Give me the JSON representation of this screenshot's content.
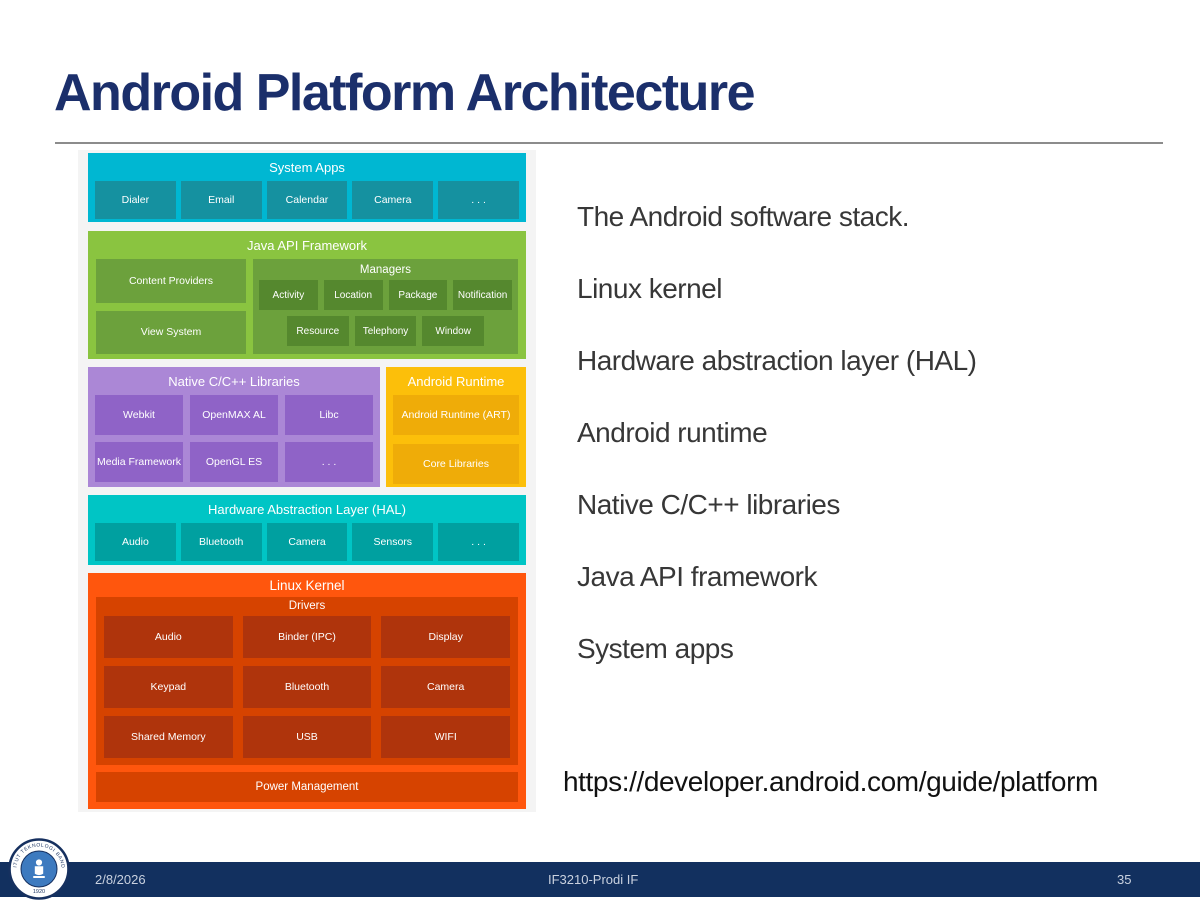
{
  "slide": {
    "title": "Android Platform Architecture",
    "caption": "The Android software stack.",
    "bullets": [
      "Linux kernel",
      "Hardware abstraction layer (HAL)",
      "Android runtime",
      "Native C/C++ libraries",
      "Java API framework",
      "System apps"
    ],
    "link": "https://developer.android.com/guide/platform"
  },
  "diagram": {
    "system_apps": {
      "title": "System Apps",
      "items": [
        "Dialer",
        "Email",
        "Calendar",
        "Camera",
        ". . ."
      ]
    },
    "java_api": {
      "title": "Java API Framework",
      "content_providers": "Content Providers",
      "view_system": "View System",
      "managers": {
        "title": "Managers",
        "row1": [
          "Activity",
          "Location",
          "Package",
          "Notification"
        ],
        "row2": [
          "Resource",
          "Telephony",
          "Window"
        ]
      }
    },
    "native_libs": {
      "title": "Native C/C++ Libraries",
      "row1": [
        "Webkit",
        "OpenMAX AL",
        "Libc"
      ],
      "row2": [
        "Media Framework",
        "OpenGL ES",
        ". . ."
      ]
    },
    "android_runtime": {
      "title": "Android Runtime",
      "items": [
        "Android Runtime (ART)",
        "Core Libraries"
      ]
    },
    "hal": {
      "title": "Hardware Abstraction Layer (HAL)",
      "items": [
        "Audio",
        "Bluetooth",
        "Camera",
        "Sensors",
        ". . ."
      ]
    },
    "linux_kernel": {
      "title": "Linux Kernel",
      "drivers": {
        "title": "Drivers",
        "rows": [
          [
            "Audio",
            "Binder (IPC)",
            "Display"
          ],
          [
            "Keypad",
            "Bluetooth",
            "Camera"
          ],
          [
            "Shared Memory",
            "USB",
            "WIFI"
          ]
        ]
      },
      "power": "Power Management"
    }
  },
  "footer": {
    "date": "2/8/2026",
    "course": "IF3210-Prodi IF",
    "page": "35",
    "logo": {
      "ring_text": "INSTITUT TEKNOLOGI BANDUNG",
      "year": "1920"
    }
  },
  "colors": {
    "title_navy": "#1B2F6B",
    "footer_navy": "#12305F",
    "system_apps_bg": "#00B7D2",
    "system_apps_box": "#1591A0",
    "java_bg": "#8AC440",
    "java_box": "#6CA13C",
    "java_deep": "#55882E",
    "native_bg": "#AB87D6",
    "native_box": "#8F63C7",
    "runtime_bg": "#FCBF0A",
    "runtime_box": "#EFAC08",
    "hal_bg": "#00C5C5",
    "hal_box": "#00A0A0",
    "kernel_bg": "#FF560D",
    "kernel_panel": "#D64300",
    "kernel_box": "#AF340C"
  }
}
